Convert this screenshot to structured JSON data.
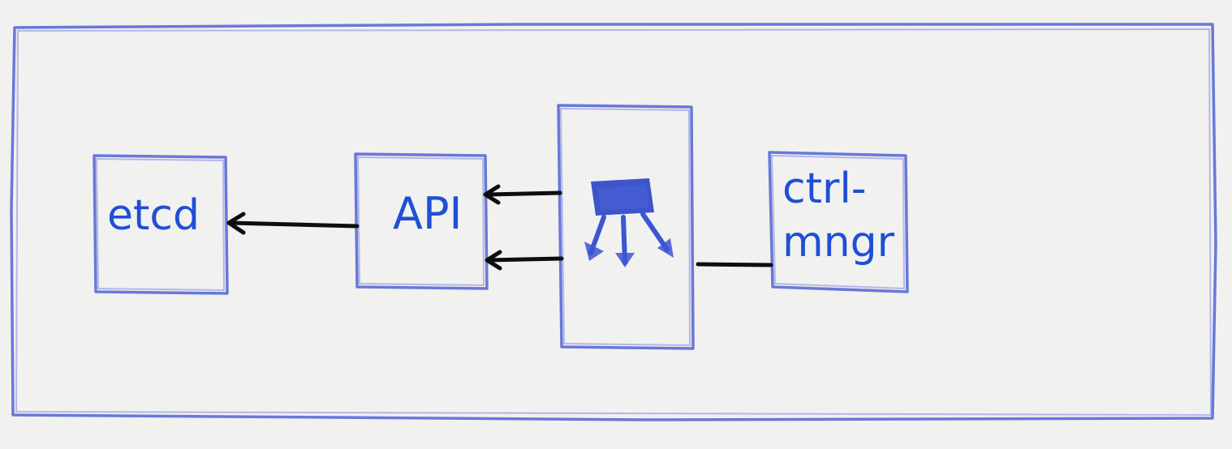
{
  "nodes": {
    "etcd": {
      "label": "etcd"
    },
    "api": {
      "label": "API"
    },
    "controller_manager": {
      "lines": [
        "ctrl-",
        "mngr"
      ]
    }
  },
  "icons": {
    "scheduler": "scheduler-icon"
  },
  "colors": {
    "outline": "#3b4fd0",
    "text": "#1f4fd6",
    "arrow": "#0e0e0e",
    "background": "#f1f1f0"
  }
}
